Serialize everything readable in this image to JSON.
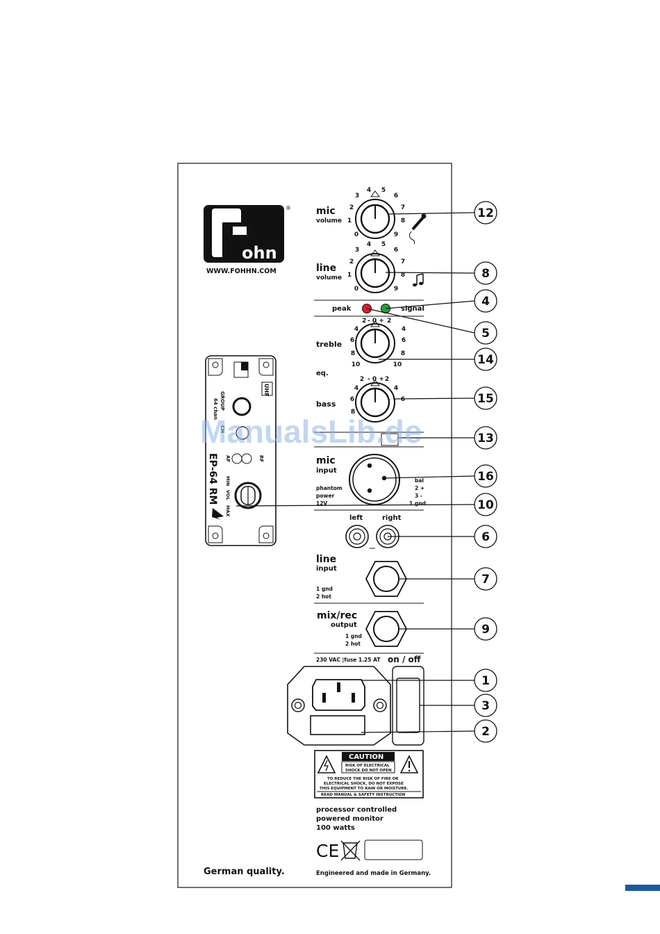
{
  "brand": {
    "logo_text": "ohn",
    "url": "WWW.FOHHN.COM",
    "registered_mark": "®"
  },
  "controls": {
    "mic_volume": {
      "label": "mic",
      "sublabel": "volume",
      "scale": [
        "0",
        "1",
        "2",
        "3",
        "4",
        "5",
        "6",
        "7",
        "8",
        "9"
      ]
    },
    "line_volume": {
      "label": "line",
      "sublabel": "volume",
      "scale": [
        "0",
        "1",
        "2",
        "3",
        "4",
        "5",
        "6",
        "7",
        "8",
        "9"
      ]
    },
    "peak_label": "peak",
    "signal_label": "signal",
    "treble": {
      "label": "treble",
      "scale_left": [
        "10",
        "8",
        "6",
        "4",
        "2"
      ],
      "scale_right": [
        "2",
        "4",
        "6",
        "8",
        "10"
      ],
      "center": "- 0 +"
    },
    "eq_label": "eq.",
    "bass": {
      "label": "bass",
      "scale_left": [
        "8",
        "6",
        "4",
        "2"
      ],
      "scale_right": [
        "2",
        "4",
        "6"
      ],
      "center": "- 0 +"
    },
    "mic_input": {
      "label": "mic",
      "sublabel": "input",
      "phantom": [
        "phantom",
        "power",
        "12V"
      ],
      "pins": [
        "bal",
        "2 +",
        "3 -",
        "1 gnd"
      ]
    },
    "rca": {
      "left": "left",
      "right": "right"
    },
    "line_input": {
      "label": "line",
      "sublabel": "input",
      "pins": [
        "1 gnd",
        "2 hot"
      ]
    },
    "mix_rec": {
      "label": "mix/rec",
      "sublabel": "output",
      "pins": [
        "1 gnd",
        "2 hot"
      ]
    },
    "mains_label": "230 VAC |fuse 1.25 AT",
    "on_off": "on / off"
  },
  "receiver": {
    "model": "EP-64 RM",
    "band": "UHF",
    "group_label": "GROUP",
    "channels_label": "64 chan",
    "ch_label": "CH",
    "af_label": "AF",
    "rf_label": "RF",
    "min_label": "MIN",
    "vol_label": "VOL",
    "max_label": "MAX"
  },
  "caution": {
    "title": "CAUTION",
    "box": [
      "RISK OF ELECTRICAL",
      "SHOCK DO NOT OPEN"
    ],
    "warning": [
      "TO REDUCE THE RISK OF FIRE OR",
      "ELECTRICAL SHOCK, DO NOT EXPOSE",
      "THIS EQUIPMENT TO RAIN OR MOISTURE."
    ],
    "read": "READ MANUAL & SAFETY INSTRUCTION"
  },
  "description": [
    "processor controlled",
    "powered monitor",
    "100 watts"
  ],
  "ce_mark": "CE",
  "german_quality": "German quality.",
  "engineered": "Engineered and made in Germany.",
  "watermark": "ManualsLib.de",
  "callouts": [
    "12",
    "8",
    "4",
    "5",
    "14",
    "15",
    "13",
    "16",
    "10",
    "6",
    "7",
    "9",
    "1",
    "3",
    "2"
  ],
  "accent_color": "#1a5aa0"
}
